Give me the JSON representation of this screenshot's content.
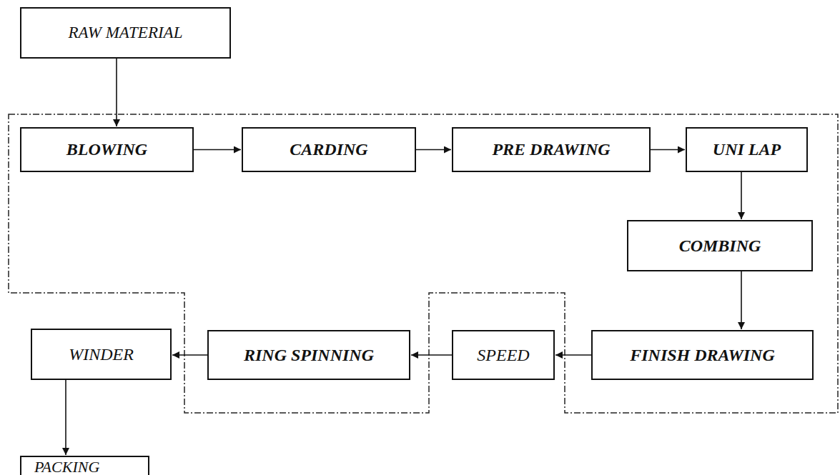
{
  "diagram": {
    "nodes": [
      {
        "text": [
          "RAW MATERIAL"
        ]
      },
      {
        "text": [
          "BLOWING"
        ]
      },
      {
        "text": [
          "CARDING"
        ]
      },
      {
        "text": [
          "PRE DRAWING"
        ]
      },
      {
        "text": [
          "UNI LAP"
        ]
      },
      {
        "text": [
          "COMBING"
        ]
      },
      {
        "text": [
          "FINISH DRAWING"
        ]
      },
      {
        "text": [
          "SPEED"
        ]
      },
      {
        "text": [
          "RING SPINNING"
        ]
      },
      {
        "text": [
          "WINDER"
        ]
      },
      {
        "text": [
          "PACKING"
        ]
      }
    ],
    "edges": [
      {
        "from": 0,
        "to": 1,
        "arrow": "to"
      },
      {
        "from": 1,
        "to": 2,
        "arrow": "to"
      },
      {
        "from": 2,
        "to": 3,
        "arrow": "to"
      },
      {
        "from": 3,
        "to": 4,
        "arrow": "to"
      },
      {
        "from": 4,
        "to": 5,
        "arrow": "to"
      },
      {
        "from": 5,
        "to": 6,
        "arrow": "to"
      },
      {
        "from": 6,
        "to": 7,
        "arrow": "to"
      },
      {
        "from": 7,
        "to": 8,
        "arrow": "to"
      },
      {
        "from": 8,
        "to": 9,
        "arrow": "to"
      },
      {
        "from": 9,
        "to": 10,
        "arrow": "to"
      }
    ]
  }
}
